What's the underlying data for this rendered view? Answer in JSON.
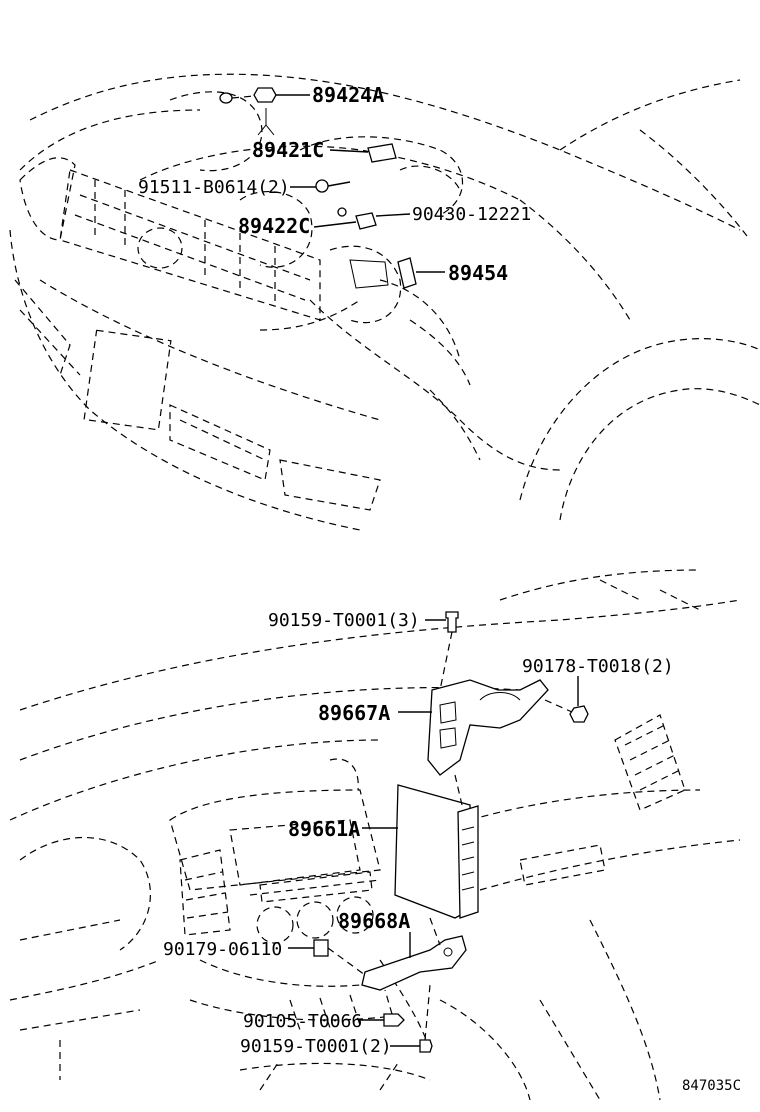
{
  "diagram": {
    "callouts": [
      {
        "id": "c1",
        "text": "89424A"
      },
      {
        "id": "c2",
        "text": "89421C"
      },
      {
        "id": "c3",
        "text": "91511-B0614(2)"
      },
      {
        "id": "c4",
        "text": "90430-12221"
      },
      {
        "id": "c5",
        "text": "89422C"
      },
      {
        "id": "c6",
        "text": "89454"
      },
      {
        "id": "c7",
        "text": "90159-T0001(3)"
      },
      {
        "id": "c8",
        "text": "90178-T0018(2)"
      },
      {
        "id": "c9",
        "text": "89667A"
      },
      {
        "id": "c10",
        "text": "89661A"
      },
      {
        "id": "c11",
        "text": "89668A"
      },
      {
        "id": "c12",
        "text": "90179-06110"
      },
      {
        "id": "c13",
        "text": "90105-T0066"
      },
      {
        "id": "c14",
        "text": "90159-T0001(2)"
      }
    ],
    "illustration_code": "847035C"
  }
}
